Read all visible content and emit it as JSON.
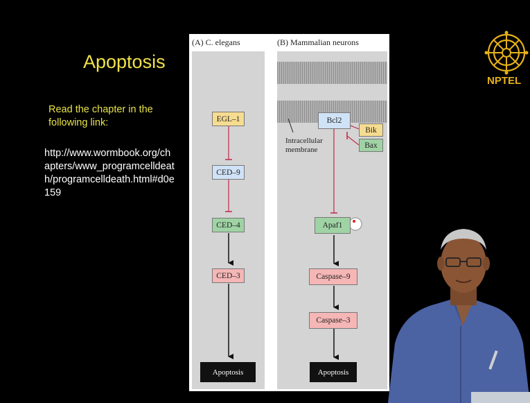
{
  "slide": {
    "title": "Apoptosis",
    "read_text": "Read the chapter in the following link:",
    "link_text": "http://www.wormbook.org/chapters/www_programcelldeath/programcelldeath.html#d0e159"
  },
  "logo": {
    "text": "NPTEL"
  },
  "figure": {
    "panel_a_label": "(A) C. elegans",
    "panel_b_label": "(B) Mammalian neurons",
    "panel_a": {
      "egl1": "EGL–1",
      "ced9": "CED–9",
      "ced4": "CED–4",
      "ced3": "CED–3",
      "apoptosis": "Apoptosis"
    },
    "panel_b": {
      "bcl2": "Bcl2",
      "bik": "Bik",
      "bax": "Bax",
      "membrane_label": "Intracellular membrane",
      "apaf1": "Apaf1",
      "caspase9": "Caspase–9",
      "caspase3": "Caspase–3",
      "apoptosis": "Apoptosis"
    }
  },
  "colors": {
    "background": "#000000",
    "title": "#f0e24a",
    "inhibit_line": "#c0284a",
    "logo": "#e6b219"
  }
}
